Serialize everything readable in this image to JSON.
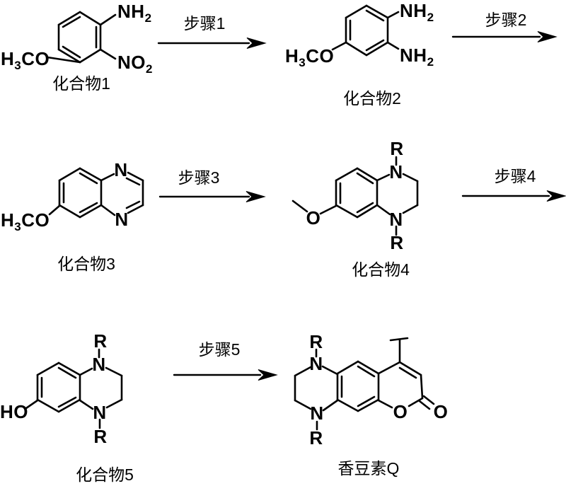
{
  "scheme": {
    "background": "#ffffff",
    "ink": "#000000",
    "steps": [
      "步骤1",
      "步骤2",
      "步骤3",
      "步骤4",
      "步骤5"
    ],
    "compounds": [
      "化合物1",
      "化合物2",
      "化合物3",
      "化合物4",
      "化合物5",
      "香豆素Q"
    ],
    "atoms": {
      "nh": "NH",
      "no": "NO",
      "sub2": "2",
      "h": "H",
      "sub3": "3",
      "co": "CO",
      "ho": "HO",
      "n": "N",
      "o": "O",
      "r": "R"
    }
  }
}
